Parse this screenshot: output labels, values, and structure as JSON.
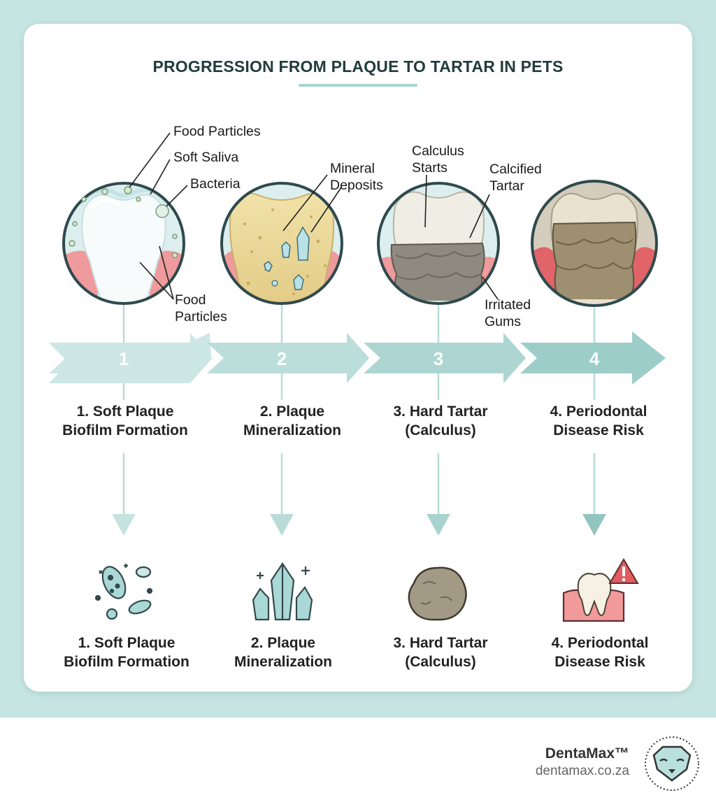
{
  "title": "PROGRESSION FROM PLAQUE TO TARTAR IN PETS",
  "callouts": {
    "food_particles_top": "Food Particles",
    "soft_saliva": "Soft Saliva",
    "bacteria": "Bacteria",
    "food_particles_bottom_1": "Food",
    "food_particles_bottom_2": "Particles",
    "mineral_deposits_1": "Mineral",
    "mineral_deposits_2": "Deposits",
    "calculus_starts_1": "Calculus",
    "calculus_starts_2": "Starts",
    "calcified_tartar_1": "Calcified",
    "calcified_tartar_2": "Tartar",
    "irritated_gums_1": "Irritated",
    "irritated_gums_2": "Gums"
  },
  "steps": [
    {
      "number": "1",
      "label_line1": "1. Soft Plaque",
      "label_line2": "Biofilm Formation"
    },
    {
      "number": "2",
      "label_line1": "2. Plaque",
      "label_line2": "Mineralization"
    },
    {
      "number": "3",
      "label_line1": "3. Hard Tartar",
      "label_line2": "(Calculus)"
    },
    {
      "number": "4",
      "label_line1": "4. Periodontal",
      "label_line2": "Disease Risk"
    }
  ],
  "brand": {
    "name": "DentaMax™",
    "url": "dentamax.co.za"
  },
  "icons": [
    "bacteria-icon",
    "crystal-icon",
    "tartar-rock-icon",
    "tooth-warning-icon",
    "dog-logo-icon"
  ],
  "colors": {
    "teal_bg": "#c6e4e1",
    "arrow": "#a9d3cf",
    "title": "#223c3c",
    "gum": "#e8868a"
  }
}
